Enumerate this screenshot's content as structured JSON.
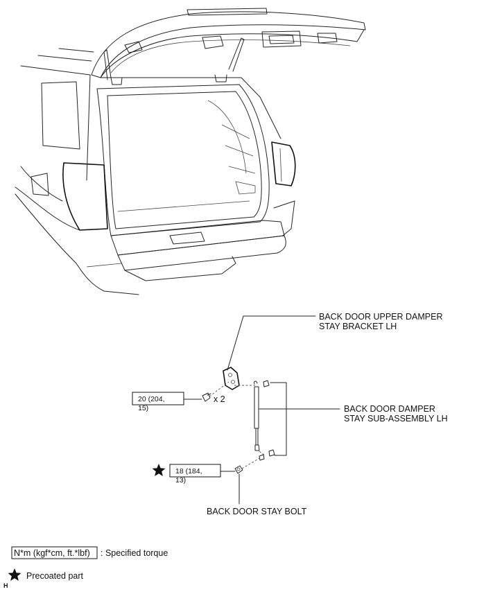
{
  "labels": {
    "upper_bracket_line1": "BACK DOOR UPPER DAMPER",
    "upper_bracket_line2": "STAY BRACKET LH",
    "damper_line1": "BACK DOOR DAMPER",
    "damper_line2": "STAY SUB-ASSEMBLY LH",
    "stay_bolt": "BACK DOOR STAY BOLT"
  },
  "torques": {
    "bracket_bolt_line1": "20 (204,",
    "bracket_bolt_line2": "15)",
    "stay_bolt_line1": "18 (184,",
    "stay_bolt_line2": "13)"
  },
  "quantity": "x 2",
  "legend": {
    "torque_unit": "N*m (kgf*cm, ft.*lbf)",
    "torque_desc": ": Specified torque",
    "precoated_desc": "Precoated part"
  },
  "corner_mark": "H"
}
